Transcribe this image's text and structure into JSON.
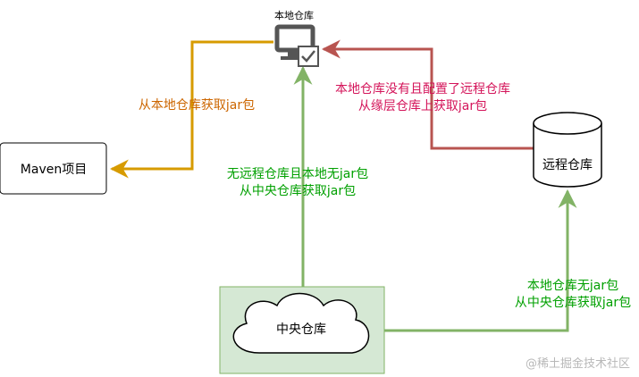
{
  "nodes": {
    "local_repo": "本地仓库",
    "maven_project": "Maven项目",
    "remote_repo": "远程仓库",
    "central_repo": "中央仓库"
  },
  "edges": {
    "local_to_maven": "从本地仓库获取jar包",
    "remote_to_local": {
      "line1": "本地仓库没有且配置了远程仓库",
      "line2": "从缘层仓库上获取jar包"
    },
    "central_to_local": {
      "line1": "无远程仓库且本地无jar包",
      "line2": "从中央仓库获取jar包"
    },
    "central_to_remote": {
      "line1": "本地仓库无jar包",
      "line2": "从中央仓库获取jar包"
    }
  },
  "watermark": "@稀土掘金技术社区",
  "colors": {
    "orange": "#d79b00",
    "red": "#b85450",
    "green": "#82b366",
    "central_fill": "#d5e8d4"
  },
  "icons": {
    "local_repo": "monitor-check-icon",
    "remote_repo": "database-cylinder-icon",
    "central_repo": "cloud-icon"
  }
}
